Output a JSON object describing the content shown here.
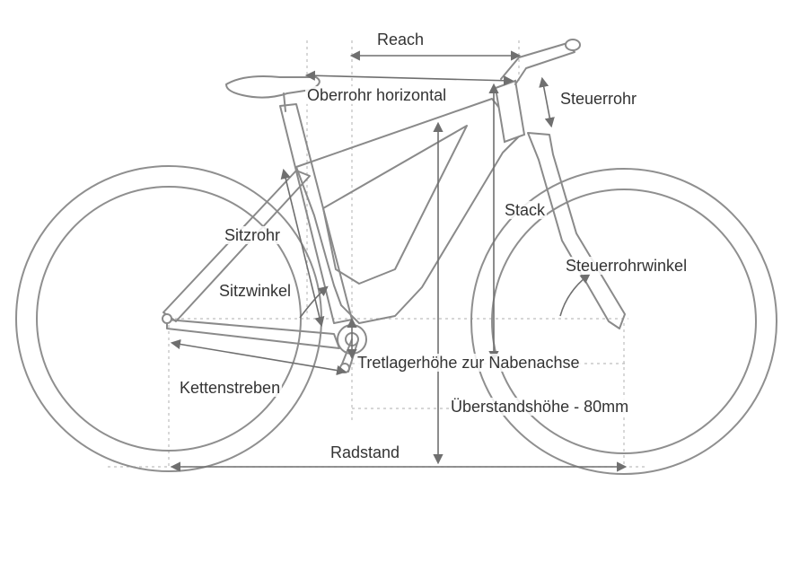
{
  "labels": {
    "reach": "Reach",
    "oberrohr": "Oberrohr horizontal",
    "steuerrohr": "Steuerrohr",
    "stack": "Stack",
    "sitzrohr": "Sitzrohr",
    "steuerrohrwinkel": "Steuerrohrwinkel",
    "sitzwinkel": "Sitzwinkel",
    "tretlager": "Tretlagerhöhe zur Nabenachse",
    "kettenstreben": "Kettenstreben",
    "ueberstand": "Überstandshöhe - 80mm",
    "radstand": "Radstand"
  },
  "colors": {
    "frame": "#8a8a8a",
    "dimension": "#6f6f6f",
    "guide": "#bdbdbd",
    "text": "#333333"
  }
}
